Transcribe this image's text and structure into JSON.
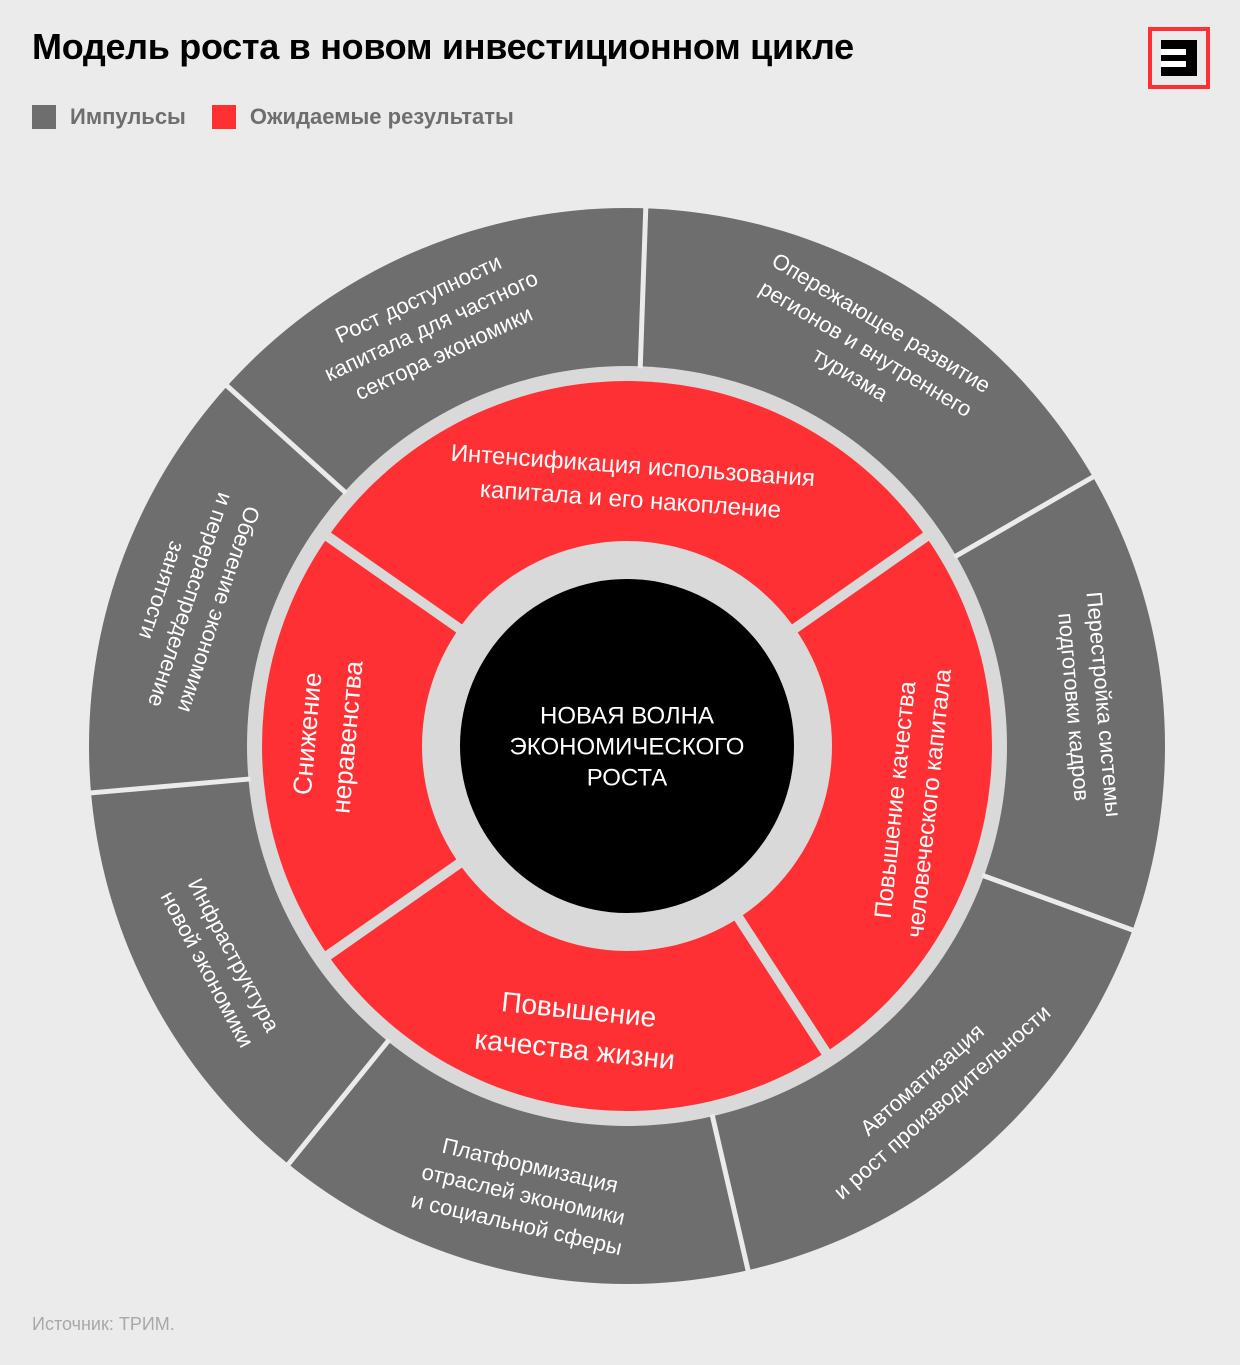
{
  "title": "Модель роста в новом инвестиционном цикле",
  "legend": [
    {
      "label": "Импульсы",
      "color": "#6e6e6e"
    },
    {
      "label": "Ожидаемые результаты",
      "color": "#ff3034"
    }
  ],
  "logo": {
    "icon": "e-letter-logo-icon",
    "color": "#ff3034"
  },
  "center": {
    "lines": [
      "НОВАЯ ВОЛНА",
      "ЭКОНОМИЧЕСКОГО",
      "РОСТА"
    ],
    "color": "#000000"
  },
  "results": [
    {
      "lines": [
        "Интенсификация использования",
        "капитала и его накопление"
      ]
    },
    {
      "lines": [
        "Повышение качества",
        "человеческого капитала"
      ]
    },
    {
      "lines": [
        "Повышение",
        "качества жизни"
      ]
    },
    {
      "lines": [
        "Снижение",
        "неравенства"
      ]
    }
  ],
  "impulses": [
    {
      "lines": [
        "Опережающее развитие",
        "регионов и внутреннего",
        "туризма"
      ]
    },
    {
      "lines": [
        "Перестройка системы",
        "подготовки кадров"
      ]
    },
    {
      "lines": [
        "Автоматизация",
        "и рост производительности"
      ]
    },
    {
      "lines": [
        "Платформизация",
        "отраслей экономики",
        "и социальной сферы"
      ]
    },
    {
      "lines": [
        "Инфраструктура",
        "новой экономики"
      ]
    },
    {
      "lines": [
        "Обеление экономики",
        "и перераспределение",
        "занятости"
      ]
    },
    {
      "lines": [
        "Рост доступности",
        "капитала для частного",
        "сектора экономики"
      ]
    }
  ],
  "colors": {
    "impulse": "#6e6e6e",
    "result": "#ff3034",
    "ring": "#d9d9d9",
    "background": "#ebebeb"
  },
  "source": "Источник: ТРИМ."
}
